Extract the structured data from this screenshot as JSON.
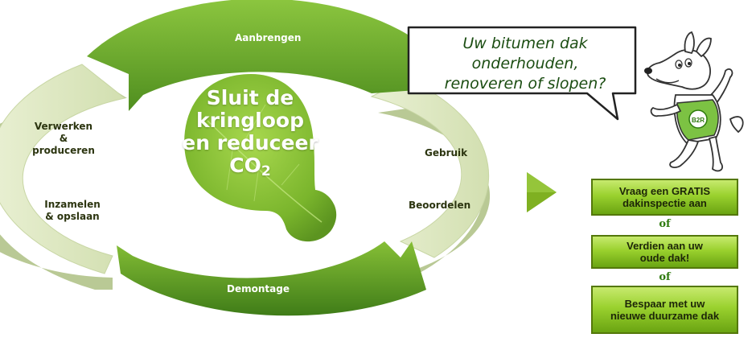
{
  "cycle": {
    "stages": {
      "top": "Aanbrengen",
      "use": "Gebruik",
      "assess": "Beoordelen",
      "bottom": "Demontage",
      "process_line1": "Verwerken &",
      "process_line2": "produceren",
      "collect_line1": "Inzamelen",
      "collect_line2": "& opslaan"
    },
    "center": {
      "line1": "Sluit de",
      "line2": "kringloop",
      "line3": "en reduceer",
      "line4_main": "CO",
      "line4_sub": "2"
    }
  },
  "speech_bubble": {
    "line1": "Uw bitumen dak onderhouden,",
    "line2": "renoveren of slopen?"
  },
  "mascot": {
    "badge_text": "B2R"
  },
  "actions": {
    "inspection": {
      "line1": "Vraag een GRATIS",
      "line2": "dakinspectie aan"
    },
    "earn": {
      "line1": "Verdien aan uw",
      "line2": "oude dak!"
    },
    "save": {
      "line1": "Bespaar met uw",
      "line2": "nieuwe duurzame dak"
    },
    "or1": "of",
    "or2": "of"
  },
  "colors": {
    "dark_green": "#5e9e26",
    "light_green": "#dfe9c4",
    "leaf": "#8ac43b",
    "button_green": "#9ad12e",
    "arrow": "#7fb021"
  }
}
